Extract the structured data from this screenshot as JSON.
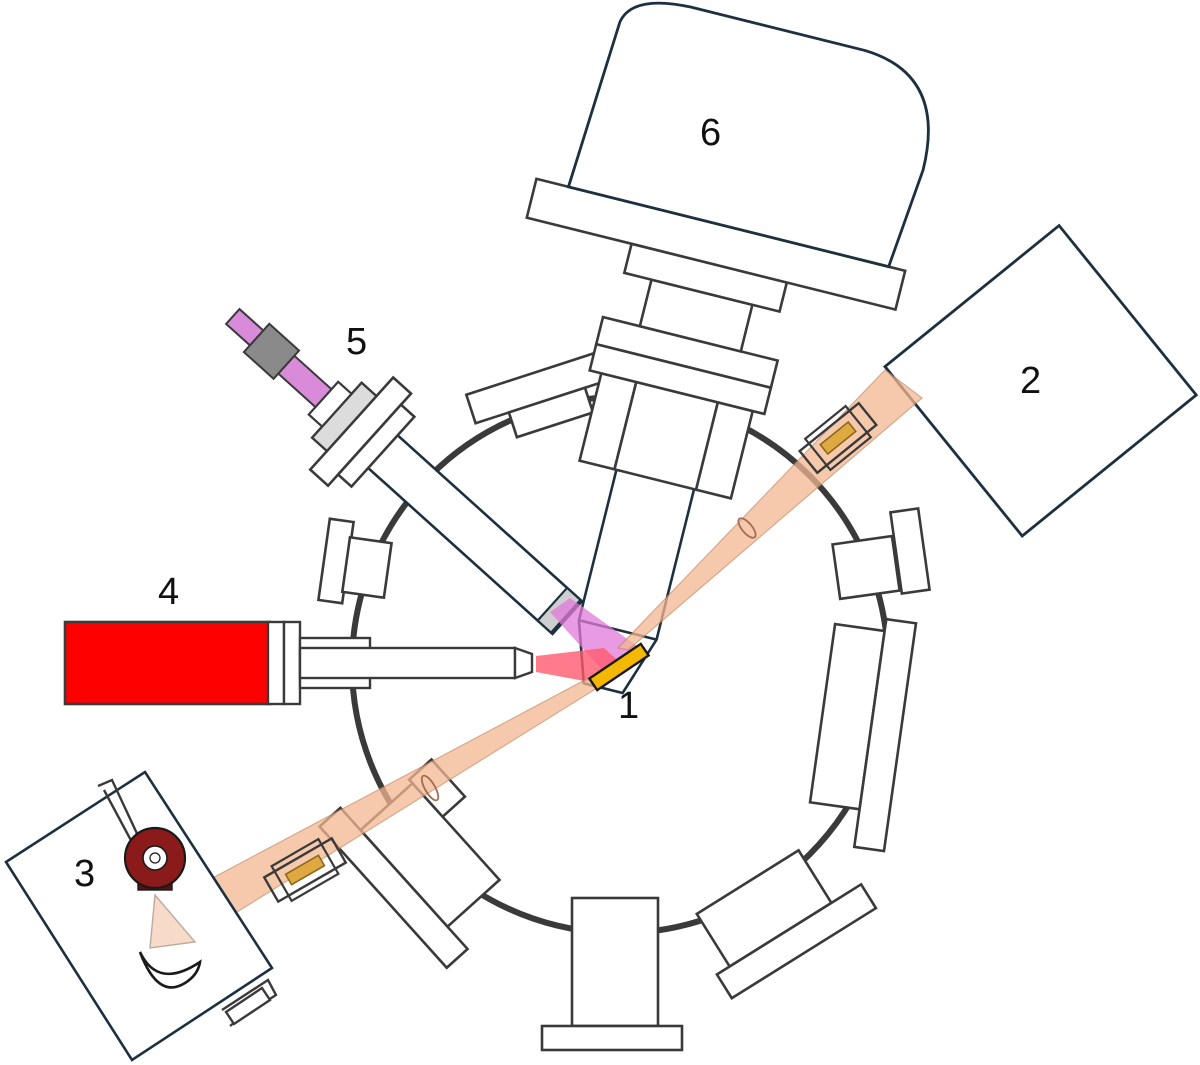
{
  "labels": {
    "sample": "1",
    "ir_source": "2",
    "detector": "3",
    "laser": "4",
    "gas_doser": "5",
    "analyzer": "6"
  },
  "colors": {
    "outline": "#3a3a3a",
    "dark_outline": "#1d3040",
    "laser_red": "#ff0000",
    "laser_beam": "#ff5a6e",
    "ir_beam": "#f3b792",
    "gas_jet": "#e07ad8",
    "sample_gold": "#f5b800",
    "detector_maroon": "#8b1a1a",
    "gauge_gray": "#8a8a8a",
    "doser_pink": "#d98bd9"
  }
}
